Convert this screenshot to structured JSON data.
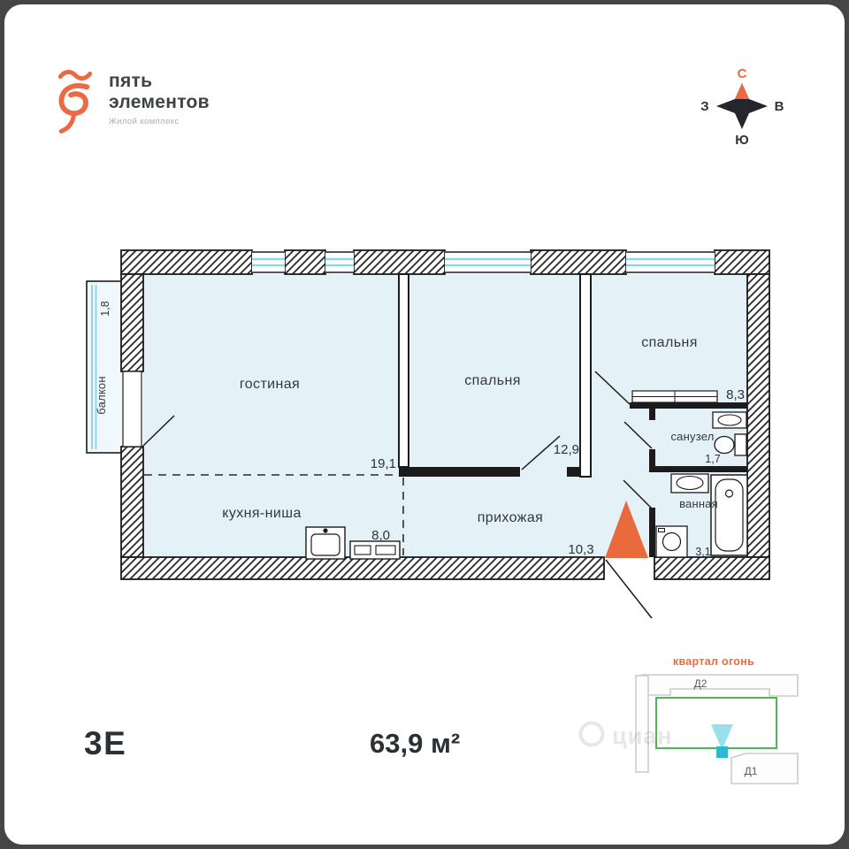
{
  "logo": {
    "line1": "пять",
    "line2": "элементов",
    "subtitle": "Жилой комплекс"
  },
  "compass": {
    "north": "С",
    "east": "В",
    "south": "Ю",
    "west": "З"
  },
  "rooms": {
    "balcony": {
      "name": "балкон",
      "area": "1,8"
    },
    "living": {
      "name": "гостиная",
      "area": "19,1"
    },
    "bedroom_mid": {
      "name": "спальня",
      "area": "12,9"
    },
    "bedroom_right": {
      "name": "спальня",
      "area": "8,3"
    },
    "wc": {
      "name": "санузел",
      "area": "1,7"
    },
    "bathroom": {
      "name": "ванная",
      "area": "3,1"
    },
    "kitchen": {
      "name": "кухня-ниша",
      "area": "8,0"
    },
    "hallway": {
      "name": "прихожая",
      "area": "10,3"
    }
  },
  "summary": {
    "layout_type": "3Е",
    "total_area": "63,9 м²"
  },
  "siteplan": {
    "district_label": "квартал огонь",
    "building_d2": "Д2",
    "building_d1": "Д1",
    "watermark": "циан"
  },
  "colors": {
    "accent_orange": "#EC6A41",
    "room_fill": "#E4F1F7",
    "window_cyan": "#8FD7E6",
    "siteplan_green": "#58B158",
    "marker_teal": "#2BB9CF"
  }
}
